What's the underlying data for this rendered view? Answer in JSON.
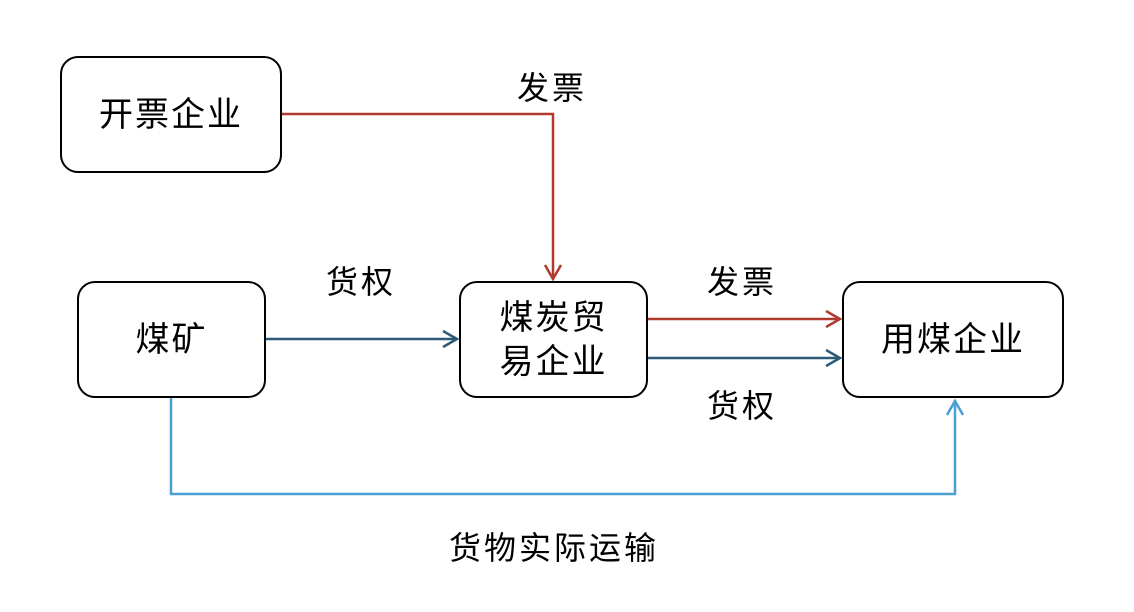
{
  "nodes": {
    "invoicing_company": "开票企业",
    "coal_mine": "煤矿",
    "coal_trading_company": "煤炭贸易企业",
    "coal_using_company": "用煤企业"
  },
  "edges": {
    "invoice_top": "发票",
    "title_left": "货权",
    "invoice_right": "发票",
    "title_right": "货权",
    "transport": "货物实际运输"
  },
  "colors": {
    "invoice_flow": "#b03a2e",
    "title_flow": "#2e5a7a",
    "transport_flow": "#4a9fd4",
    "box_border": "#000000"
  }
}
